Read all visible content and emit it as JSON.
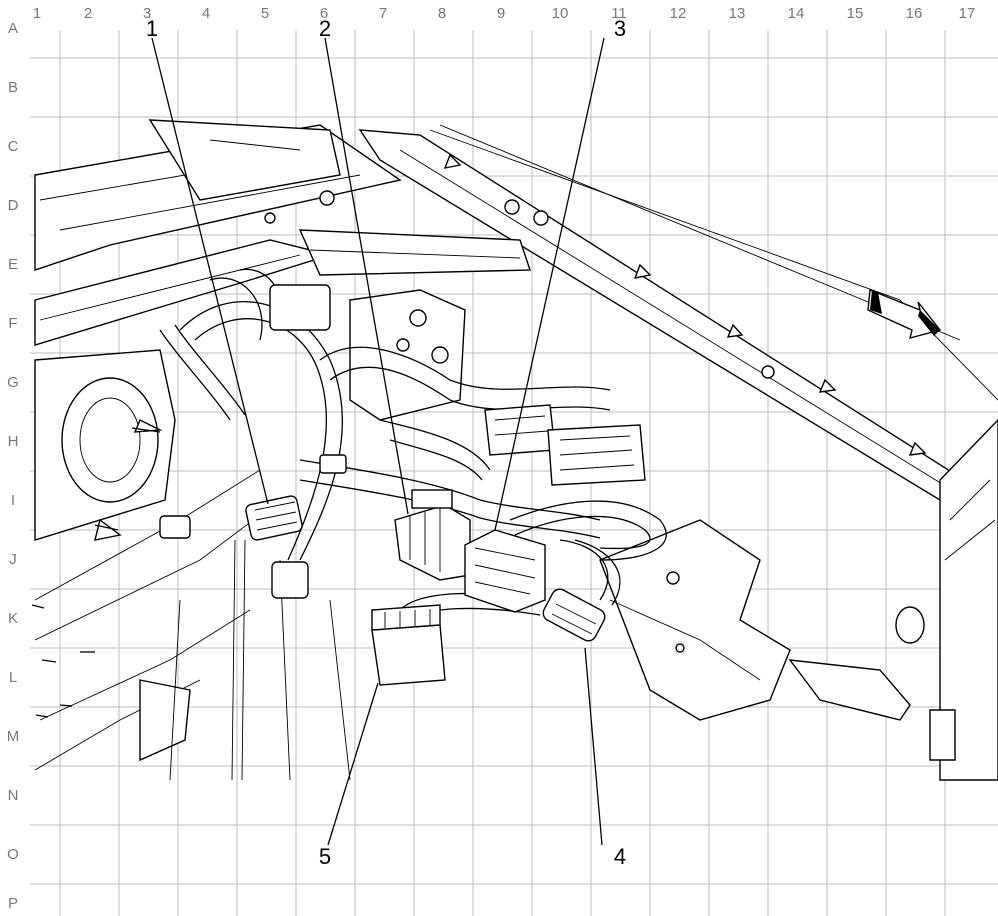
{
  "grid": {
    "columns": [
      "1",
      "2",
      "3",
      "4",
      "5",
      "6",
      "7",
      "8",
      "9",
      "10",
      "11",
      "12",
      "13",
      "14",
      "15",
      "16",
      "17"
    ],
    "rows": [
      "A",
      "B",
      "C",
      "D",
      "E",
      "F",
      "G",
      "H",
      "I",
      "J",
      "K",
      "L",
      "M",
      "N",
      "O",
      "P"
    ]
  },
  "callouts": [
    {
      "label": "1"
    },
    {
      "label": "2"
    },
    {
      "label": "3"
    },
    {
      "label": "4"
    },
    {
      "label": "5"
    }
  ],
  "direction_arrow_icon": "forward-arrow-icon"
}
